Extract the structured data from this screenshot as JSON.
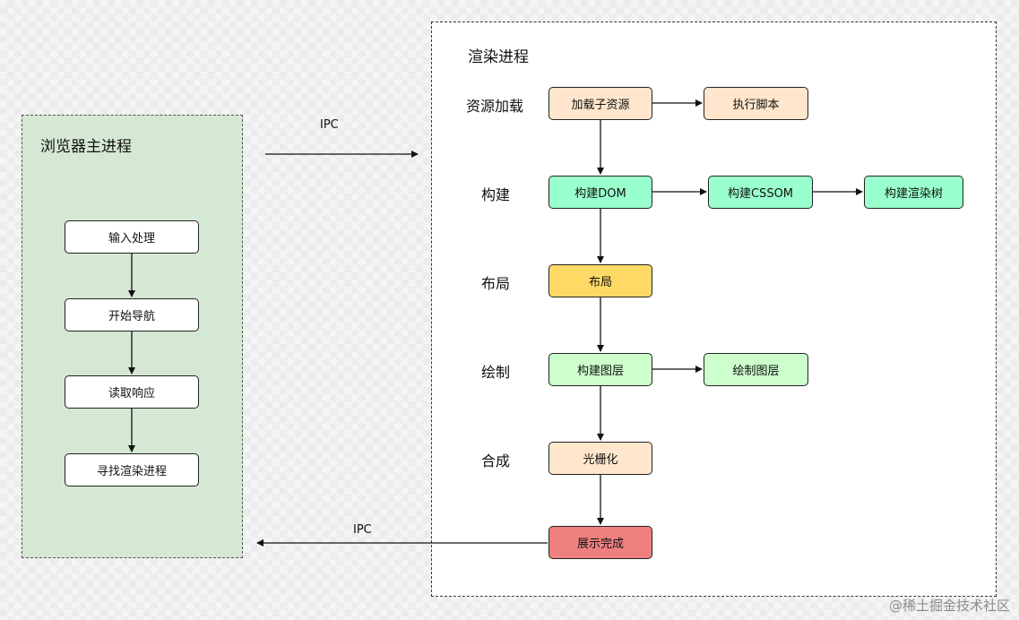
{
  "browser_process": {
    "title": "浏览器主进程",
    "steps": [
      "输入处理",
      "开始导航",
      "读取响应",
      "寻找渲染进程"
    ]
  },
  "renderer_process": {
    "title": "渲染进程",
    "rows": [
      {
        "label": "资源加载",
        "nodes": [
          "加载子资源",
          "执行脚本"
        ]
      },
      {
        "label": "构建",
        "nodes": [
          "构建DOM",
          "构建CSSOM",
          "构建渲染树"
        ]
      },
      {
        "label": "布局",
        "nodes": [
          "布局"
        ]
      },
      {
        "label": "绘制",
        "nodes": [
          "构建图层",
          "绘制图层"
        ]
      },
      {
        "label": "合成",
        "nodes": [
          "光栅化"
        ]
      }
    ],
    "final_node": "展示完成"
  },
  "ipc_labels": {
    "to_renderer": "IPC",
    "to_browser": "IPC"
  },
  "watermark": "@稀土掘金技术社区",
  "colors": {
    "browser_bg": "#d5e8d4",
    "step_fill": "#ffffff",
    "resource_fill": "#ffe6cc",
    "build_fill": "#99ffcc",
    "layout_fill": "#ffd966",
    "paint_fill": "#ccffcc",
    "composite_fill": "#ffe6cc",
    "final_fill": "#f08080"
  }
}
